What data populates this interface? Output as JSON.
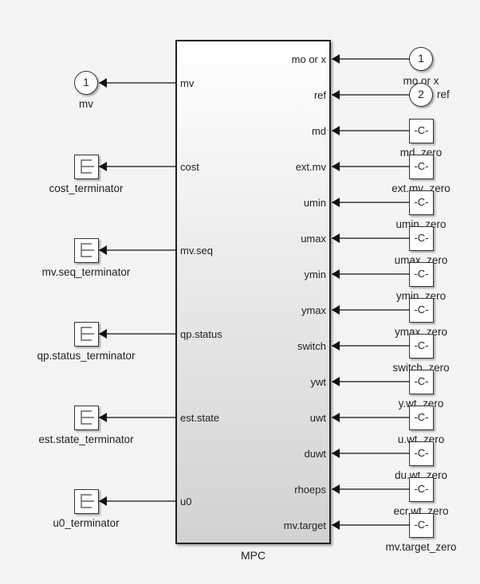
{
  "block": {
    "name": "MPC"
  },
  "outputs": [
    {
      "port": "mv",
      "target": "mv",
      "kind": "outport",
      "number": "1"
    },
    {
      "port": "cost",
      "target": "cost_terminator",
      "kind": "terminator"
    },
    {
      "port": "mv.seq",
      "target": "mv.seq_terminator",
      "kind": "terminator"
    },
    {
      "port": "qp.status",
      "target": "qp.status_terminator",
      "kind": "terminator"
    },
    {
      "port": "est.state",
      "target": "est.state_terminator",
      "kind": "terminator"
    },
    {
      "port": "u0",
      "target": "u0_terminator",
      "kind": "terminator"
    }
  ],
  "inputs": [
    {
      "port": "mo or x",
      "source": "mo or x",
      "kind": "inport",
      "number": "1"
    },
    {
      "port": "ref",
      "source": "ref",
      "kind": "inport",
      "number": "2"
    },
    {
      "port": "md",
      "source": "md_zero",
      "kind": "constant",
      "value": "-C-"
    },
    {
      "port": "ext.mv",
      "source": "ext.mv_zero",
      "kind": "constant",
      "value": "-C-"
    },
    {
      "port": "umin",
      "source": "umin_zero",
      "kind": "constant",
      "value": "-C-"
    },
    {
      "port": "umax",
      "source": "umax_zero",
      "kind": "constant",
      "value": "-C-"
    },
    {
      "port": "ymin",
      "source": "ymin_zero",
      "kind": "constant",
      "value": "-C-"
    },
    {
      "port": "ymax",
      "source": "ymax_zero",
      "kind": "constant",
      "value": "-C-"
    },
    {
      "port": "switch",
      "source": "switch_zero",
      "kind": "constant",
      "value": "-C-"
    },
    {
      "port": "ywt",
      "source": "y.wt_zero",
      "kind": "constant",
      "value": "-C-"
    },
    {
      "port": "uwt",
      "source": "u.wt_zero",
      "kind": "constant",
      "value": "-C-"
    },
    {
      "port": "duwt",
      "source": "du.wt_zero",
      "kind": "constant",
      "value": "-C-"
    },
    {
      "port": "rhoeps",
      "source": "ecr.wt_zero",
      "kind": "constant",
      "value": "-C-"
    },
    {
      "port": "mv.target",
      "source": "mv.target_zero",
      "kind": "constant",
      "value": "-C-"
    }
  ]
}
